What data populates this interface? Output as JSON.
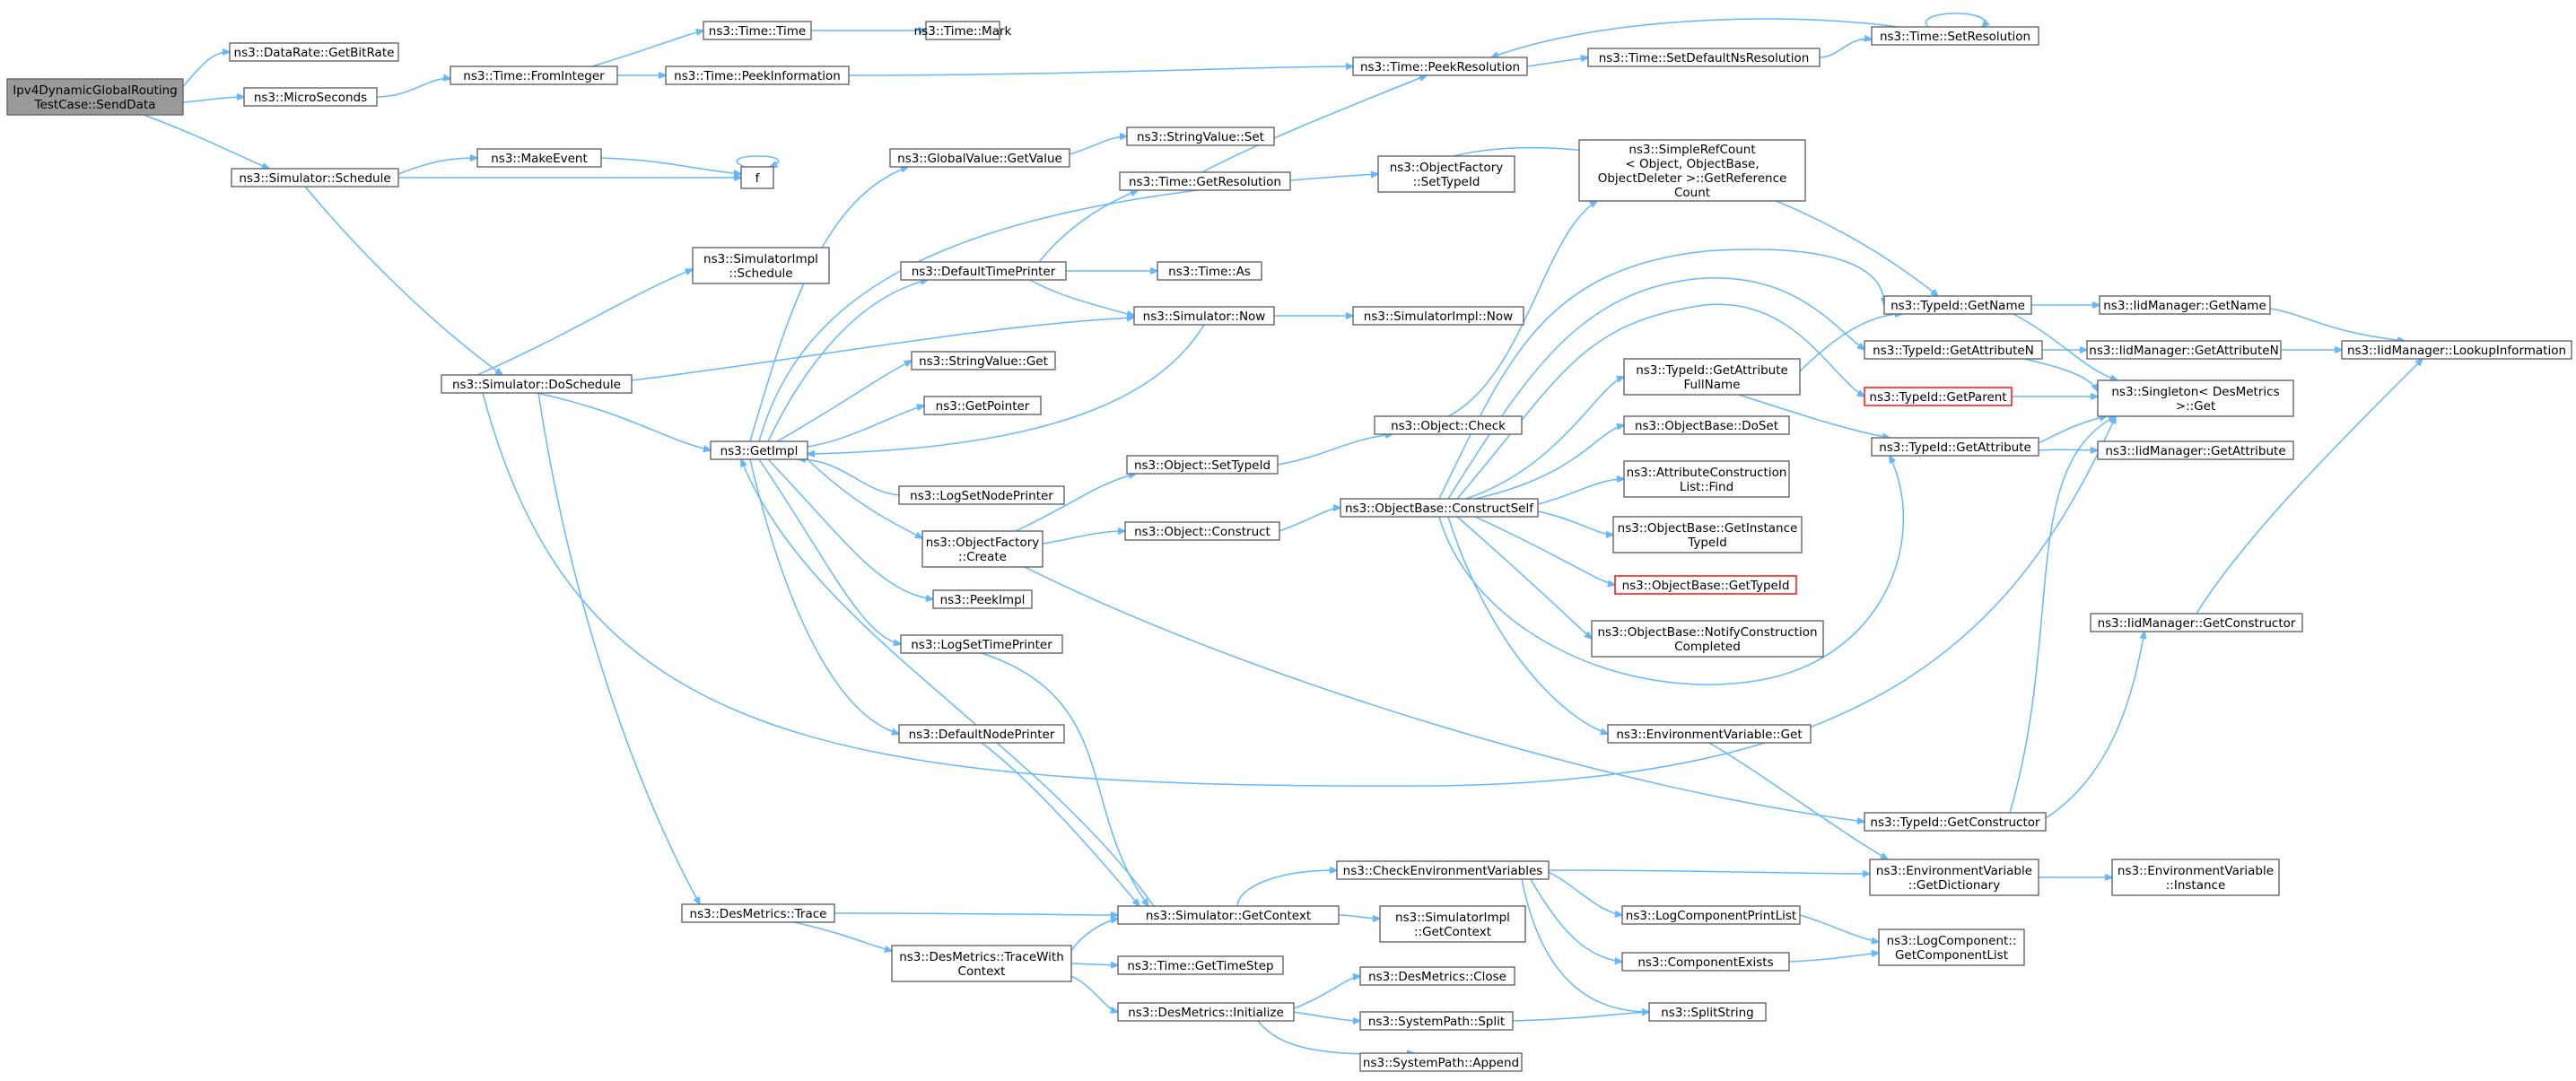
{
  "graph_title": "",
  "nodes": {
    "n0": [
      "Ipv4DynamicGlobalRouting",
      "TestCase::SendData"
    ],
    "n1": [
      "ns3::DataRate::GetBitRate"
    ],
    "n2": [
      "ns3::MicroSeconds"
    ],
    "n3": [
      "ns3::Simulator::Schedule"
    ],
    "n4": [
      "ns3::Time::FromInteger"
    ],
    "n5": [
      "ns3::Time::Time"
    ],
    "n6": [
      "ns3::Time::Mark"
    ],
    "n7": [
      "ns3::Time::PeekInformation"
    ],
    "n8": [
      "ns3::Time::PeekResolution"
    ],
    "n9": [
      "ns3::Time::SetDefaultNsResolution"
    ],
    "n10": [
      "ns3::Time::SetResolution"
    ],
    "n11": [
      "ns3::MakeEvent"
    ],
    "n12": [
      "f"
    ],
    "n13": [
      "ns3::GlobalValue::GetValue"
    ],
    "n14": [
      "ns3::StringValue::Set"
    ],
    "n15": [
      "ns3::Time::GetResolution"
    ],
    "n16": [
      "ns3::ObjectFactory",
      "::SetTypeId"
    ],
    "n17": [
      "ns3::SimpleRefCount",
      "< Object, ObjectBase,",
      "ObjectDeleter >::GetReference",
      "Count"
    ],
    "n18": [
      "ns3::SimulatorImpl",
      "::Schedule"
    ],
    "n19": [
      "ns3::DefaultTimePrinter"
    ],
    "n20": [
      "ns3::Time::As"
    ],
    "n21": [
      "ns3::Simulator::Now"
    ],
    "n22": [
      "ns3::SimulatorImpl::Now"
    ],
    "n23": [
      "ns3::TypeId::GetName"
    ],
    "n24": [
      "ns3::IidManager::GetName"
    ],
    "n25": [
      "ns3::IidManager::LookupInformation"
    ],
    "n26": [
      "ns3::Simulator::DoSchedule"
    ],
    "n27": [
      "ns3::StringValue::Get"
    ],
    "n28": [
      "ns3::TypeId::GetAttribute",
      "FullName"
    ],
    "n29": [
      "ns3::TypeId::GetAttributeN"
    ],
    "n30": [
      "ns3::IidManager::GetAttributeN"
    ],
    "n31": [
      "ns3::GetPointer"
    ],
    "n32": [
      "ns3::TypeId::GetParent"
    ],
    "n33": [
      "ns3::Singleton< DesMetrics",
      ">::Get"
    ],
    "n34": [
      "ns3::GetImpl"
    ],
    "n35": [
      "ns3::Object::Check"
    ],
    "n36": [
      "ns3::ObjectBase::DoSet"
    ],
    "n37": [
      "ns3::TypeId::GetAttribute"
    ],
    "n38": [
      "ns3::IidManager::GetAttribute"
    ],
    "n39": [
      "ns3::Object::SetTypeId"
    ],
    "n40": [
      "ns3::AttributeConstruction",
      "List::Find"
    ],
    "n41": [
      "ns3::LogSetNodePrinter"
    ],
    "n42": [
      "ns3::ObjectBase::ConstructSelf"
    ],
    "n43": [
      "ns3::ObjectFactory",
      "::Create"
    ],
    "n44": [
      "ns3::Object::Construct"
    ],
    "n45": [
      "ns3::ObjectBase::GetInstance",
      "TypeId"
    ],
    "n46": [
      "ns3::ObjectBase::GetTypeId"
    ],
    "n47": [
      "ns3::PeekImpl"
    ],
    "n48": [
      "ns3::IidManager::GetConstructor"
    ],
    "n49": [
      "ns3::LogSetTimePrinter"
    ],
    "n50": [
      "ns3::ObjectBase::NotifyConstruction",
      "Completed"
    ],
    "n51": [
      "ns3::DefaultNodePrinter"
    ],
    "n52": [
      "ns3::EnvironmentVariable::Get"
    ],
    "n53": [
      "ns3::TypeId::GetConstructor"
    ],
    "n54": [
      "ns3::CheckEnvironmentVariables"
    ],
    "n55": [
      "ns3::EnvironmentVariable",
      "::GetDictionary"
    ],
    "n56": [
      "ns3::EnvironmentVariable",
      "::Instance"
    ],
    "n57": [
      "ns3::DesMetrics::Trace"
    ],
    "n58": [
      "ns3::Simulator::GetContext"
    ],
    "n59": [
      "ns3::SimulatorImpl",
      "::GetContext"
    ],
    "n60": [
      "ns3::LogComponentPrintList"
    ],
    "n61": [
      "ns3::DesMetrics::TraceWith",
      "Context"
    ],
    "n62": [
      "ns3::Time::GetTimeStep"
    ],
    "n63": [
      "ns3::ComponentExists"
    ],
    "n64": [
      "ns3::LogComponent::",
      "GetComponentList"
    ],
    "n65": [
      "ns3::DesMetrics::Close"
    ],
    "n66": [
      "ns3::DesMetrics::Initialize"
    ],
    "n67": [
      "ns3::SystemPath::Split"
    ],
    "n68": [
      "ns3::SplitString"
    ],
    "n69": [
      "ns3::SystemPath::Append"
    ]
  },
  "style": {
    "edge_color": "#63b8ff",
    "node_border": "#666666",
    "root_fill": "#999999",
    "highlight_border": "#ff0000"
  }
}
